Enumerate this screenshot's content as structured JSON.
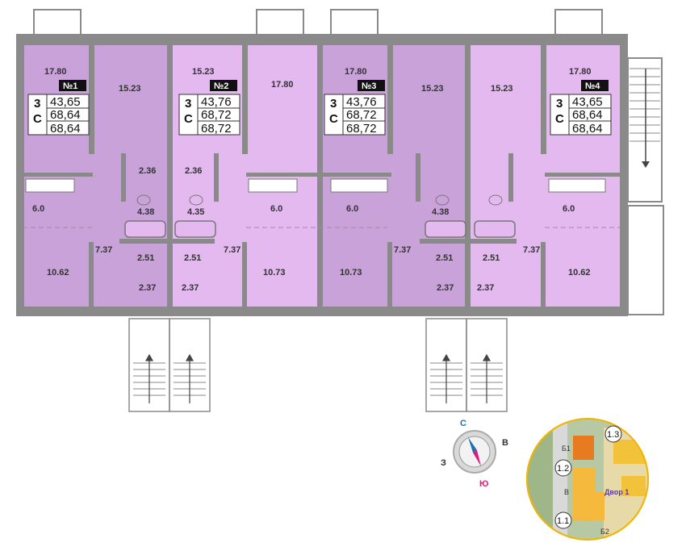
{
  "apartments": [
    {
      "number": "№1",
      "rooms": "3",
      "area_class": "С",
      "total_area": "43,65",
      "area2": "68,64",
      "area3": "68,64",
      "big_room": "17.80"
    },
    {
      "number": "№2",
      "rooms": "3",
      "area_class": "С",
      "total_area": "43,76",
      "area2": "68,72",
      "area3": "68,72",
      "big_room": "15.23"
    },
    {
      "number": "№3",
      "rooms": "3",
      "area_class": "С",
      "total_area": "43,76",
      "area2": "68,72",
      "area3": "68,72",
      "big_room": "17.80"
    },
    {
      "number": "№4",
      "rooms": "3",
      "area_class": "С",
      "total_area": "43,65",
      "area2": "68,64",
      "area3": "68,64",
      "big_room": "17.80"
    }
  ],
  "room_areas": {
    "r1_top": "15.23",
    "r2_top": "17.80",
    "r3_top": "15.23",
    "r4_top": "15.23",
    "bath1": "2.36",
    "bath2": "2.36",
    "kitchen1": "6.0",
    "kitchen2": "6.0",
    "kitchen3": "6.0",
    "kitchen4": "6.0",
    "wc1": "4.38",
    "wc2": "4.35",
    "wc3": "4.38",
    "hall1": "7.37",
    "hall2": "7.37",
    "hall3": "7.37",
    "hall4": "7.37",
    "sub1": "2.51",
    "sub2": "2.51",
    "sub3": "2.51",
    "sub4": "2.51",
    "entry1": "2.37",
    "entry2": "2.37",
    "entry3": "2.37",
    "entry4": "2.37",
    "bottom1": "10.62",
    "bottom2": "10.73",
    "bottom3": "10.73",
    "bottom4": "10.62"
  },
  "compass": {
    "north": "С",
    "east": "В",
    "west": "З",
    "south": "Ю"
  },
  "site_map": {
    "labels": {
      "b1": "Б1",
      "v": "В",
      "b2": "Б2",
      "yard": "Двор 1"
    },
    "markers": [
      "1.1",
      "1.2",
      "1.3"
    ]
  },
  "colors": {
    "room_dark": "#c9a2da",
    "room_light": "#e3b9f0",
    "wall": "#8a8a8a",
    "badge": "#111111",
    "compass_north": "#1b6fb5",
    "compass_south": "#e0197d"
  }
}
